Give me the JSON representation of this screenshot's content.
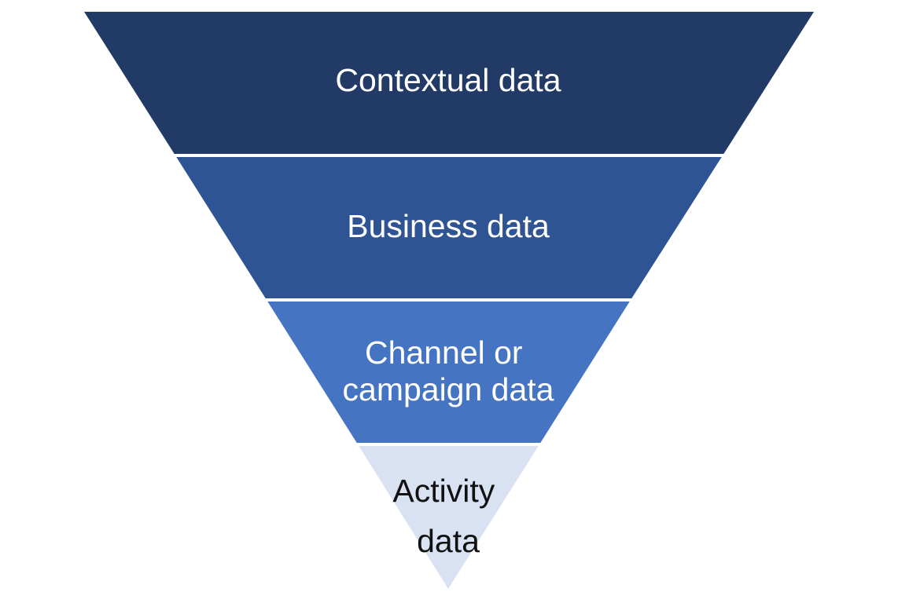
{
  "diagram": {
    "type": "inverted-pyramid-funnel",
    "tiers": [
      {
        "lines": [
          "Contextual data"
        ],
        "fill": "#213a66",
        "text_color": "#ffffff"
      },
      {
        "lines": [
          "Business data"
        ],
        "fill": "#2e5493",
        "text_color": "#ffffff"
      },
      {
        "lines": [
          "Channel or",
          "campaign data"
        ],
        "fill": "#4574c2",
        "text_color": "#ffffff"
      },
      {
        "lines": [
          "Activity",
          "data"
        ],
        "fill": "#d9e2f3",
        "text_color": "#111111"
      }
    ]
  }
}
